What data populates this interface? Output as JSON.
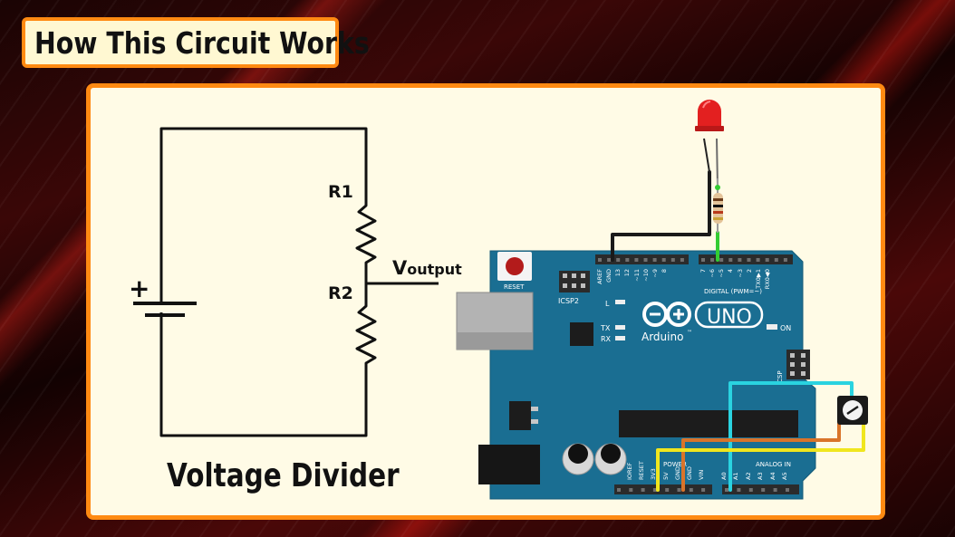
{
  "title": "How This Circuit Works",
  "schematic": {
    "r1": "R1",
    "r2": "R2",
    "plus": "+",
    "vout_main": "V",
    "vout_sub": "output",
    "caption": "Voltage Divider"
  },
  "board": {
    "reset": "RESET",
    "icsp2": "ICSP2",
    "icsp": "ICSP",
    "brand": "Arduino",
    "tm": "™",
    "model": "UNO",
    "on": "ON",
    "led_l": "L",
    "led_tx": "TX",
    "led_rx": "RX",
    "digital": "DIGITAL (PWM=~)",
    "power": "POWER",
    "analog": "ANALOG IN",
    "top_pins": [
      "AREF",
      "GND",
      "13",
      "12",
      "~11",
      "~10",
      "~9",
      "8",
      "7",
      "~6",
      "~5",
      "4",
      "~3",
      "2",
      "TX0▶1",
      "RX0◀0"
    ],
    "bottom_pins": [
      "IOREF",
      "RESET",
      "3V3",
      "5V",
      "GND",
      "GND",
      "VIN",
      "A0",
      "A1",
      "A2",
      "A3",
      "A4",
      "A5"
    ]
  },
  "colors": {
    "accent": "#ff8a12",
    "board": "#1a6e92",
    "wire_black": "#1a1a1a",
    "wire_green": "#33cc33",
    "wire_cyan": "#2ad3e0",
    "wire_orange": "#d9742a",
    "wire_yellow": "#f0e61e",
    "led": "#e32020"
  }
}
